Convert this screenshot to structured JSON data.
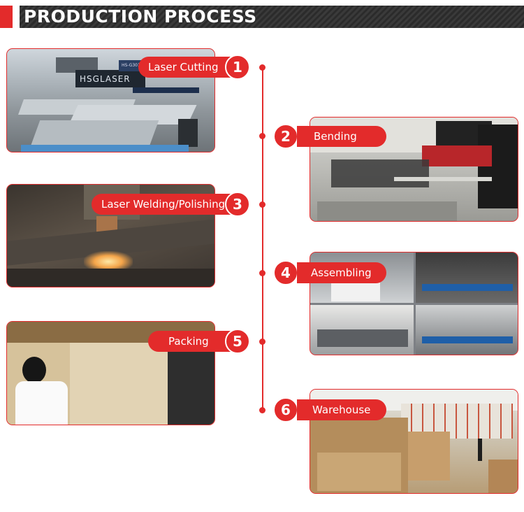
{
  "header": {
    "title": "PRODUCTION PROCESS"
  },
  "colors": {
    "accent": "#e32b2b",
    "header_bar": "#2b2b2b"
  },
  "steps": [
    {
      "number": "1",
      "label": "Laser Cutting",
      "photo_text": "HSGLASER",
      "photo_tag": "HS-G3015A"
    },
    {
      "number": "2",
      "label": "Bending"
    },
    {
      "number": "3",
      "label": "Laser Welding/Polishing"
    },
    {
      "number": "4",
      "label": "Assembling"
    },
    {
      "number": "5",
      "label": "Packing"
    },
    {
      "number": "6",
      "label": "Warehouse"
    }
  ]
}
